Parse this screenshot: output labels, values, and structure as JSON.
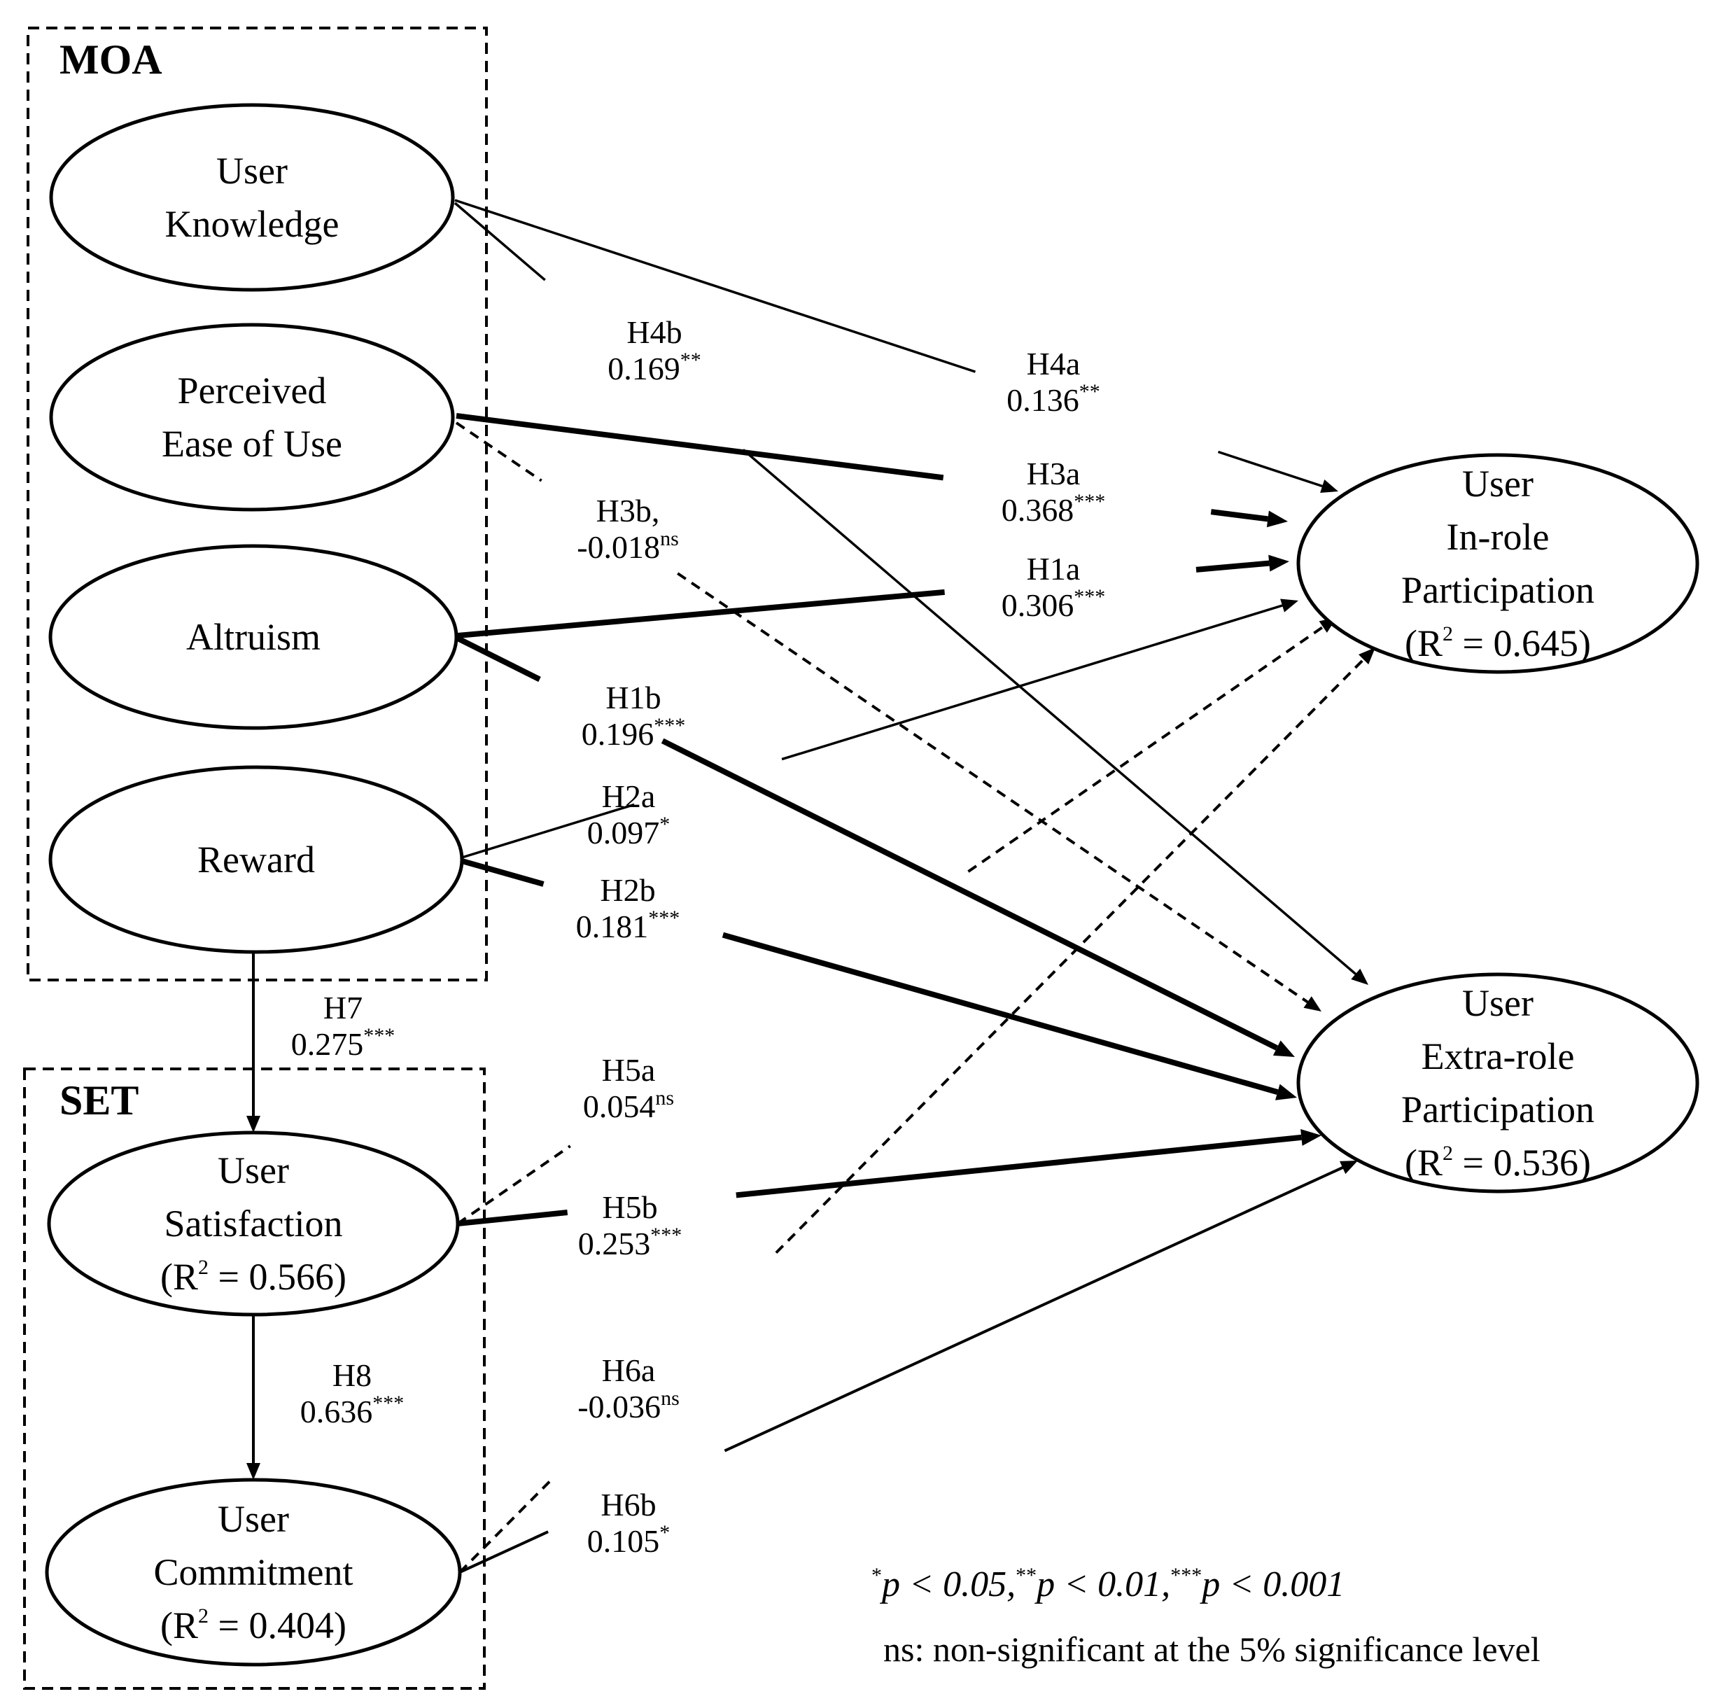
{
  "groups": [
    {
      "id": "moa",
      "title": "MOA"
    },
    {
      "id": "set",
      "title": "SET"
    }
  ],
  "nodes": [
    {
      "id": "user_knowledge",
      "lines": [
        "User",
        "Knowledge"
      ]
    },
    {
      "id": "ease_of_use",
      "lines": [
        "Perceived",
        "Ease of Use"
      ]
    },
    {
      "id": "altruism",
      "lines": [
        "Altruism"
      ]
    },
    {
      "id": "reward",
      "lines": [
        "Reward"
      ]
    },
    {
      "id": "satisfaction",
      "lines": [
        "User",
        "Satisfaction"
      ],
      "r2": "0.566"
    },
    {
      "id": "commitment",
      "lines": [
        "User",
        "Commitment"
      ],
      "r2": "0.404"
    },
    {
      "id": "inrole",
      "lines": [
        "User",
        "In-role",
        "Participation"
      ],
      "r2": "0.645"
    },
    {
      "id": "extrarole",
      "lines": [
        "User",
        "Extra-role",
        "Participation"
      ],
      "r2": "0.536"
    }
  ],
  "paths": [
    {
      "id": "H4a",
      "from": "user_knowledge",
      "to": "inrole",
      "label": "H4a",
      "coef": "0.136",
      "sig": "**",
      "significant": true
    },
    {
      "id": "H4b",
      "from": "user_knowledge",
      "to": "extrarole",
      "label": "H4b",
      "coef": "0.169",
      "sig": "**",
      "significant": true
    },
    {
      "id": "H3a",
      "from": "ease_of_use",
      "to": "inrole",
      "label": "H3a",
      "coef": "0.368",
      "sig": "***",
      "significant": true
    },
    {
      "id": "H3b",
      "from": "ease_of_use",
      "to": "extrarole",
      "label": "H3b,",
      "coef": "-0.018",
      "sig": "ns",
      "significant": false
    },
    {
      "id": "H1a",
      "from": "altruism",
      "to": "inrole",
      "label": "H1a",
      "coef": "0.306",
      "sig": "***",
      "significant": true
    },
    {
      "id": "H1b",
      "from": "altruism",
      "to": "extrarole",
      "label": "H1b",
      "coef": "0.196",
      "sig": "***",
      "significant": true
    },
    {
      "id": "H2a",
      "from": "reward",
      "to": "inrole",
      "label": "H2a",
      "coef": "0.097",
      "sig": "*",
      "significant": true
    },
    {
      "id": "H2b",
      "from": "reward",
      "to": "extrarole",
      "label": "H2b",
      "coef": "0.181",
      "sig": "***",
      "significant": true
    },
    {
      "id": "H7",
      "from": "reward",
      "to": "satisfaction",
      "label": "H7",
      "coef": "0.275",
      "sig": "***",
      "significant": true
    },
    {
      "id": "H8",
      "from": "satisfaction",
      "to": "commitment",
      "label": "H8",
      "coef": "0.636",
      "sig": "***",
      "significant": true
    },
    {
      "id": "H5a",
      "from": "satisfaction",
      "to": "inrole",
      "label": "H5a",
      "coef": "0.054",
      "sig": "ns",
      "significant": false
    },
    {
      "id": "H5b",
      "from": "satisfaction",
      "to": "extrarole",
      "label": "H5b",
      "coef": "0.253",
      "sig": "***",
      "significant": true
    },
    {
      "id": "H6a",
      "from": "commitment",
      "to": "inrole",
      "label": "H6a",
      "coef": "-0.036",
      "sig": "ns",
      "significant": false
    },
    {
      "id": "H6b",
      "from": "commitment",
      "to": "extrarole",
      "label": "H6b",
      "coef": "0.105",
      "sig": "*",
      "significant": true
    }
  ],
  "legend": {
    "significance": [
      {
        "stars": "*",
        "text": "p < 0.05,"
      },
      {
        "stars": "**",
        "text": "p < 0.01,"
      },
      {
        "stars": "***",
        "text": "p < 0.001"
      }
    ],
    "ns_note": "ns: non-significant at the 5% significance level"
  }
}
